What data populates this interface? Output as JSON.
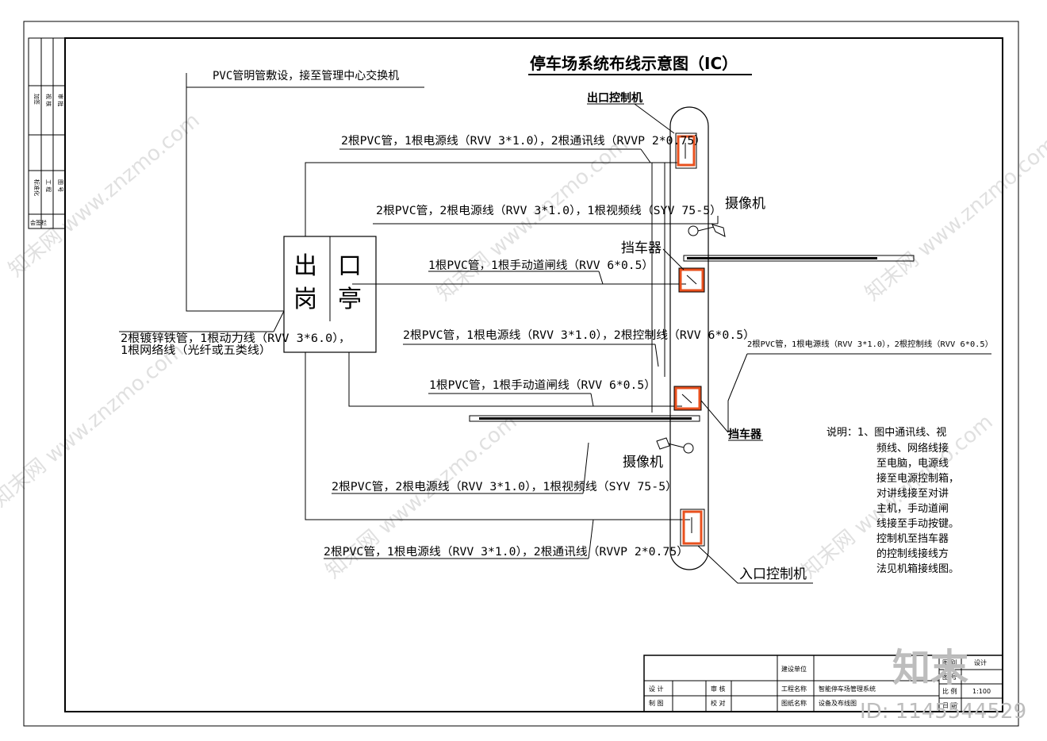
{
  "title": "停车场系统布线示意图（IC）",
  "sidebar": {
    "col1": [
      "加签",
      "会签",
      "标准化"
    ],
    "col2": [
      "视 核",
      "工 程"
    ],
    "col3": [
      "审 批",
      "图 号"
    ],
    "bottom": [
      "会签栏"
    ]
  },
  "booth": {
    "chars": [
      "出",
      "口",
      "岗",
      "亭"
    ]
  },
  "labels": {
    "exit_controller": "出口控制机",
    "entry_controller": "入口控制机",
    "camera_top": "摄像机",
    "camera_bottom": "摄像机",
    "barrier_top": "挡车器",
    "barrier_bottom": "挡车器"
  },
  "cables": {
    "pvc_main": "PVC管明管敷设，接至管理中心交换机",
    "c1": "2根PVC管，1根电源线（RVV 3*1.0），2根通讯线（RVVP 2*0.75）",
    "c2": "2根PVC管，2根电源线（RVV 3*1.0），1根视频线（SYV 75-5）",
    "c3": "1根PVC管，1根手动道闸线（RVV 6*0.5）",
    "c4a": "2根镀锌铁管，1根动力线（RVV 3*6.0），",
    "c4b": "1根网络线（光纤或五类线）",
    "c5": "2根PVC管，1根电源线（RVV 3*1.0），2根控制线（RVV 6*0.5）",
    "c5r": "2根PVC管，1根电源线（RVV 3*1.0），2根控制线（RVV 6*0.5）",
    "c6": "1根PVC管，1根手动道闸线（RVV 6*0.5）",
    "c7": "2根PVC管，2根电源线（RVV 3*1.0），1根视频线（SYV 75-5）",
    "c8": "2根PVC管，1根电源线（RVV 3*1.0），2根通讯线（RVVP 2*0.75）"
  },
  "notes": [
    "说明：1、图中通讯线、视",
    "频线、网络线接",
    "至电脑，电源线",
    "接至电源控制箱，",
    "对讲线接至对讲",
    "主机，手动道闸",
    "线接至手动按键。",
    "控制机至挡车器",
    "的控制线接线方",
    "法见机箱接线图。"
  ],
  "title_block": {
    "design": "设 计",
    "draw": "制 图",
    "review": "审 核",
    "check": "校 对",
    "client_label": "建设单位",
    "project_label": "工程名称",
    "project_value": "智能停车场管理系统",
    "drawing_label": "图纸名称",
    "drawing_value": "设备及布线图",
    "category_label": "图 别",
    "category_value": "设计",
    "number_label": "图 号",
    "scale_label": "比 例",
    "scale_value": "1:100",
    "date_label": "日 期"
  },
  "brand": {
    "name": "知末",
    "id": "ID: 1145544529"
  },
  "watermark": "知末网 www.znzmo.com",
  "colors": {
    "highlight": "#e8501e",
    "line": "#000000",
    "watermark": "#c8c8c8"
  }
}
